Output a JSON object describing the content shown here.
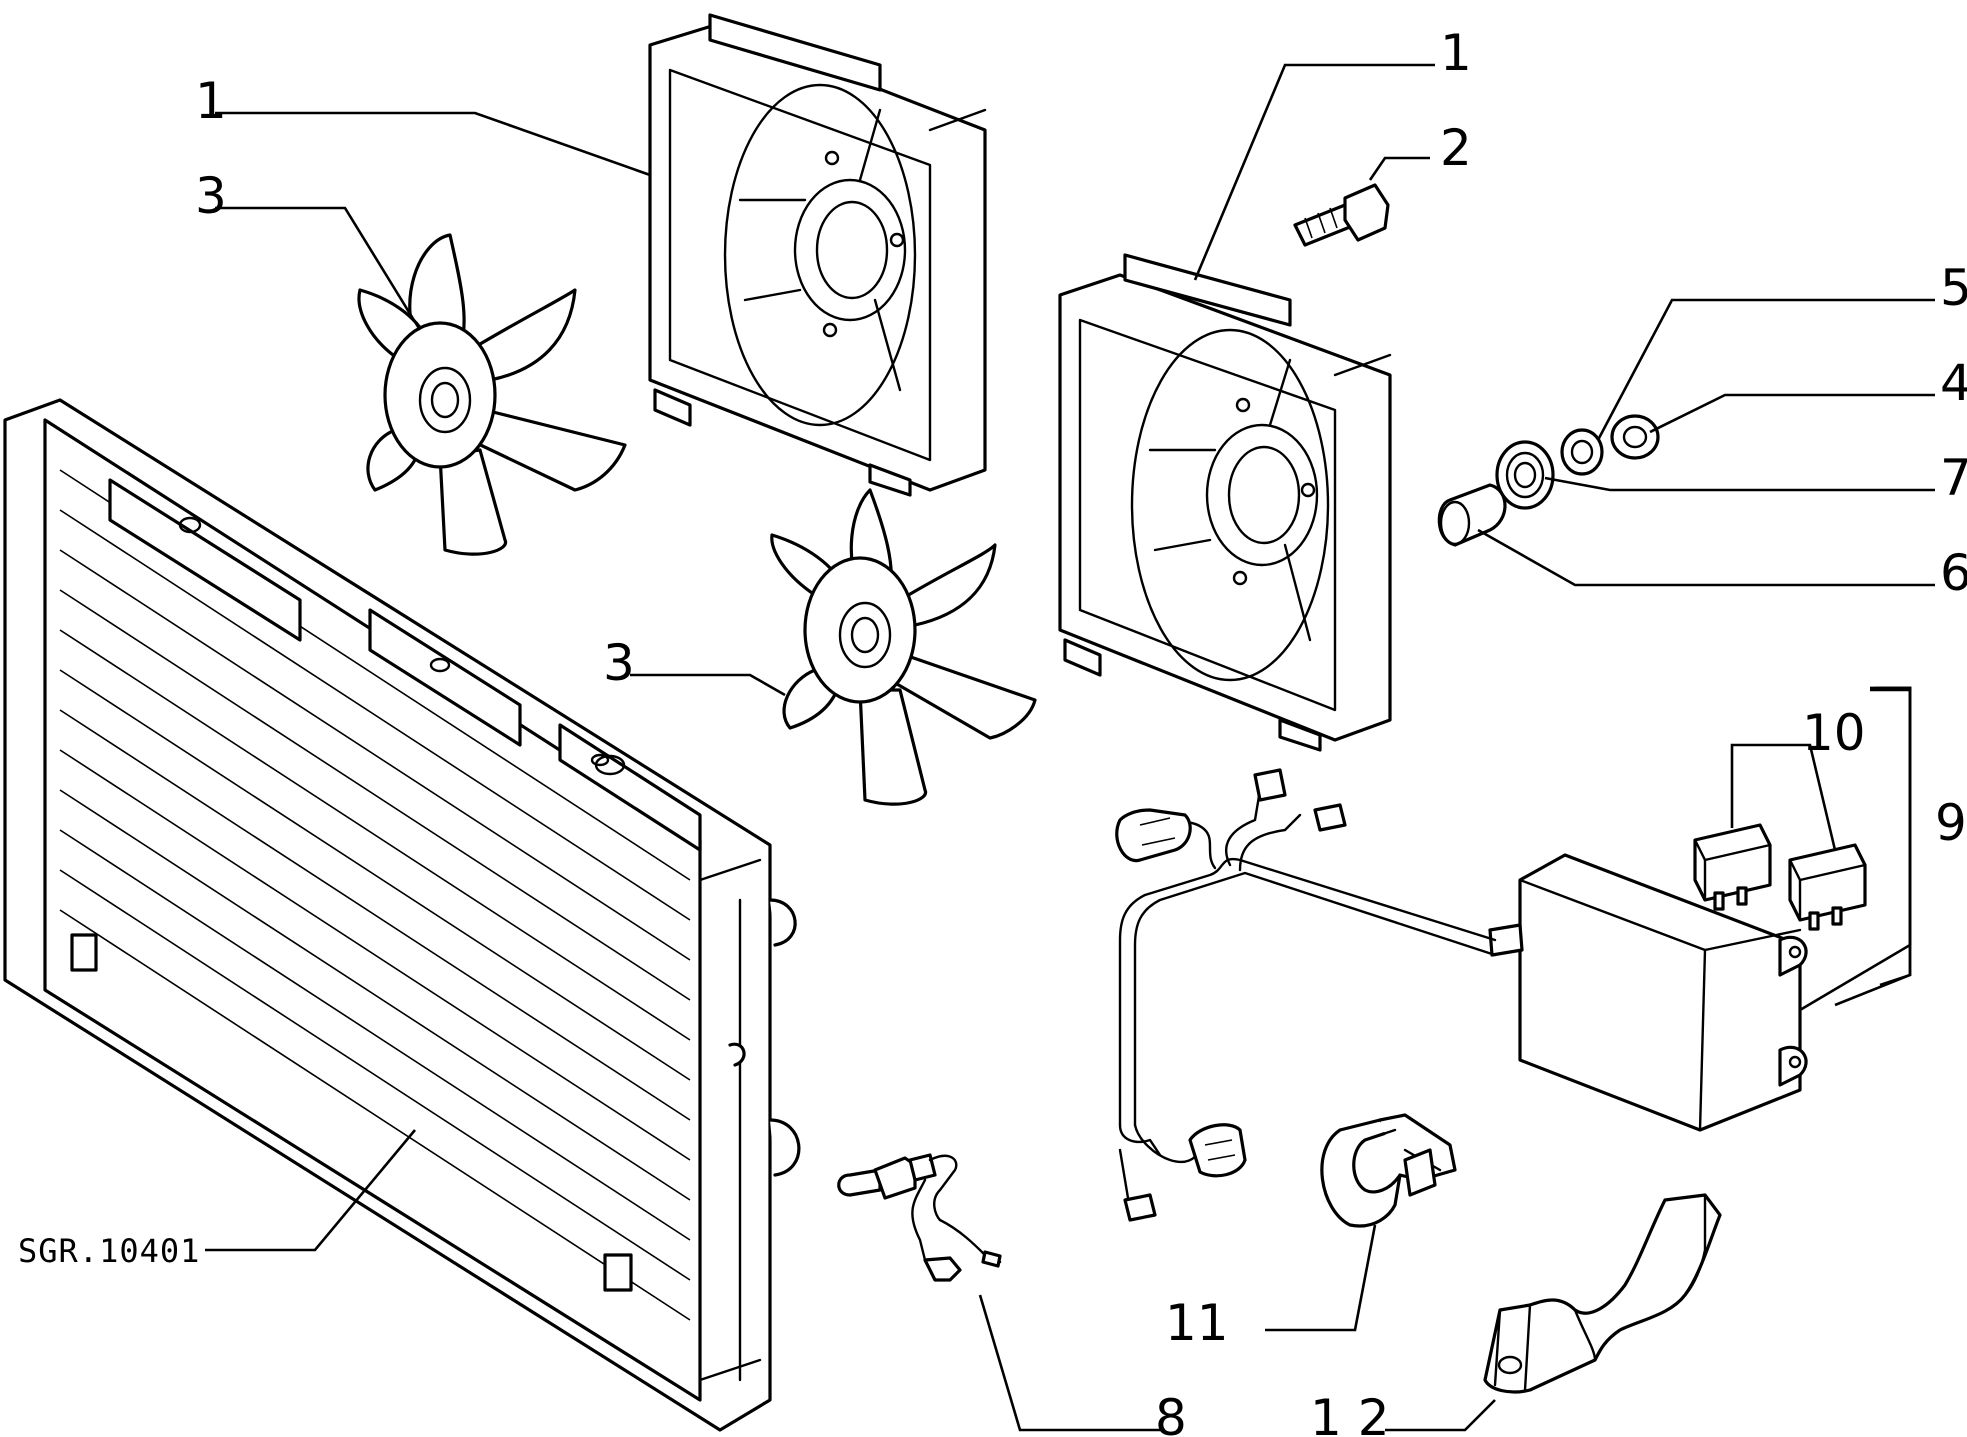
{
  "drawing_ref": "SGR.10401",
  "callouts": {
    "c1a": "1",
    "c1b": "1",
    "c2": "2",
    "c3a": "3",
    "c3b": "3",
    "c4": "4",
    "c5": "5",
    "c6": "6",
    "c7": "7",
    "c8": "8",
    "c9": "9",
    "c10": "10",
    "c11": "11",
    "c12": "1 2"
  },
  "colors": {
    "ink": "#000000",
    "paper": "#ffffff"
  }
}
